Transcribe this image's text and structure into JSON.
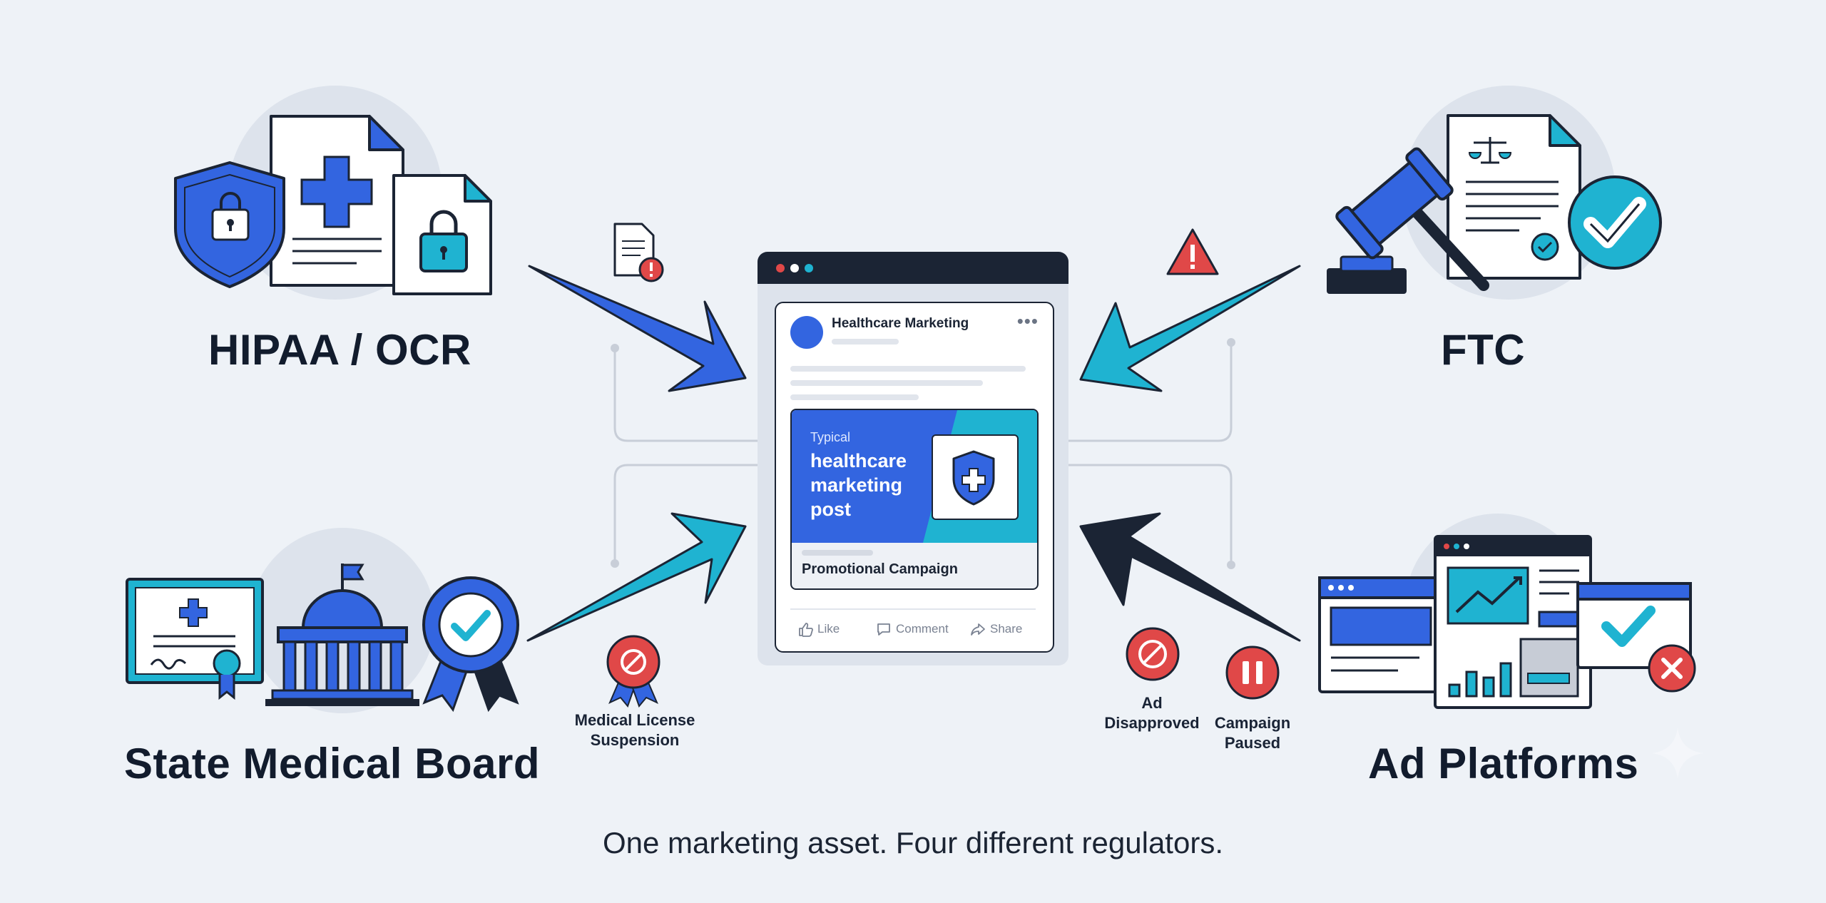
{
  "regulators": {
    "hipaa": "HIPAA / OCR",
    "ftc": "FTC",
    "state_board": "State Medical Board",
    "ad_platforms": "Ad Platforms"
  },
  "consequences": {
    "license": "Medical License\nSuspension",
    "ad_disapproved": "Ad\nDisapproved",
    "campaign_paused": "Campaign\nPaused"
  },
  "post": {
    "page_name": "Healthcare Marketing",
    "more": "•••",
    "banner_kicker": "Typical",
    "banner_headline": "healthcare\nmarketing\npost",
    "campaign_label": "Promotional Campaign",
    "actions": {
      "like": "Like",
      "comment": "Comment",
      "share": "Share"
    }
  },
  "caption": "One marketing asset. Four different regulators.",
  "colors": {
    "navy": "#1b2434",
    "blue": "#3365e0",
    "teal": "#1fb3d1",
    "red": "#e04848",
    "background": "#eef2f7"
  },
  "icons": [
    "shield-lock-icon",
    "medical-document-icon",
    "locked-file-icon",
    "gavel-icon",
    "legal-document-icon",
    "check-circle-icon",
    "certificate-icon",
    "capitol-building-icon",
    "award-ribbon-icon",
    "browser-ad-icon",
    "analytics-dashboard-icon",
    "approval-window-icon",
    "warning-icon",
    "alert-document-icon",
    "prohibited-icon",
    "pause-icon"
  ]
}
